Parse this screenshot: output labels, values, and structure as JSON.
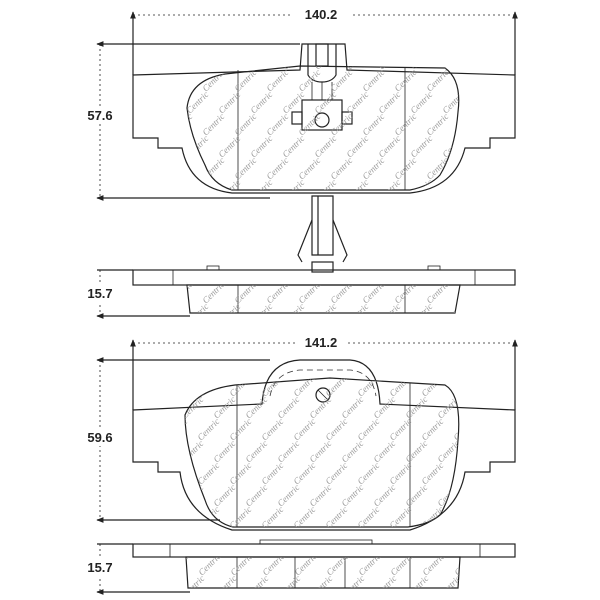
{
  "dimensions": {
    "top_width": "140.2",
    "top_height": "57.6",
    "top_thickness": "15.7",
    "bottom_width": "141.2",
    "bottom_height": "59.6",
    "bottom_thickness": "15.7"
  },
  "watermark": "Centric"
}
